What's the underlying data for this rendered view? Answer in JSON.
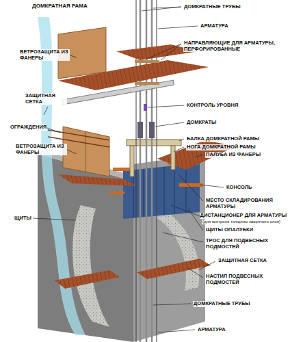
{
  "diagram": {
    "title": "ДОМКРАТНАЯ РАМА",
    "labels": [
      "ДОМКРАТНЫЕ ТРУБЫ",
      "АРМАТУРА",
      "НАПРАВЛЯЮЩИЕ ДЛЯ АРМАТУРЫ, ПЕРФОРИРОВАННЫЕ",
      "ВЕТРОЗАЩИТА ИЗ ФАНЕРЫ",
      "ЗАЩИТНАЯ СЕТКА",
      "КОНТРОЛЬ УРОВНЯ",
      "ОГРАЖДЕНИЯ",
      "ДОМКРАТЫ",
      "БАЛКА ДОМКРАТНОЙ РАМЫ",
      "НОГА ДОМКРАТНОЙ РАМЫ",
      "ПАЛУБА ИЗ ФАНЕРЫ",
      "ВЕТРОЗАЩИТА ИЗ ФАНЕРЫ",
      "КОНСОЛЬ",
      "МЕСТО СКЛАДИРОВАНИЯ АРМАТУРЫ",
      "ДИСТАНЦИОНЕР ДЛЯ АРМАТУРЫ",
      "(для контроля толщины защитного слоя)",
      "ЩИТЫ",
      "ЩИТЫ ОПАЛУБКИ",
      "ТРОС ДЛЯ ПОДВЕСНЫХ ПОДМОСТЕЙ",
      "ЗАЩИТНАЯ СЕТКА",
      "НАСТИЛ ПОДВЕСНЫХ ПОДМОСТЕЙ",
      "ДОМКРАТНЫЕ ТРУБЫ",
      "АРМАТУРА"
    ]
  }
}
